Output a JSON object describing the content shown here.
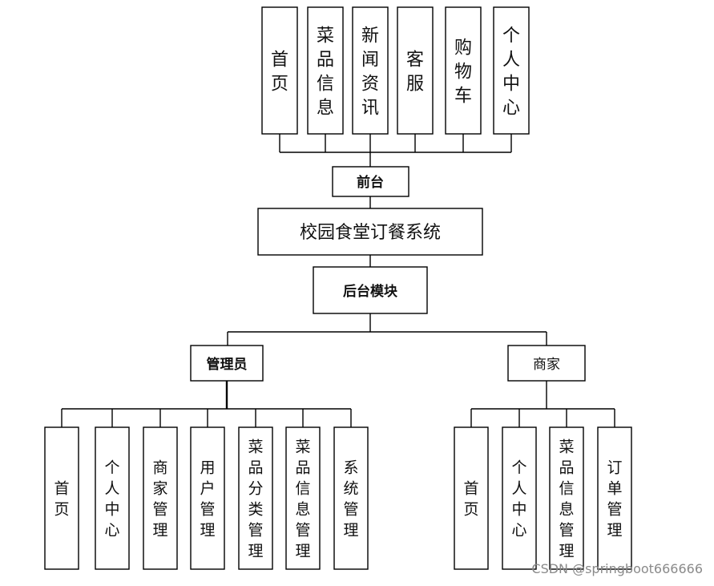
{
  "center": {
    "label": "校园食堂订餐系统"
  },
  "front": {
    "label": "前台",
    "items": [
      "首页",
      "菜品信息",
      "新闻资讯",
      "客服",
      "购物车",
      "个人中心"
    ]
  },
  "backend": {
    "label": "后台模块"
  },
  "admin": {
    "label": "管理员",
    "items": [
      "首页",
      "个人中心",
      "商家管理",
      "用户管理",
      "菜品分类管理",
      "菜品信息管理",
      "系统管理"
    ]
  },
  "merchant": {
    "label": "商家",
    "items": [
      "首页",
      "个人中心",
      "菜品信息管理",
      "订单管理"
    ]
  },
  "watermark": "CSDN @springboot666666"
}
